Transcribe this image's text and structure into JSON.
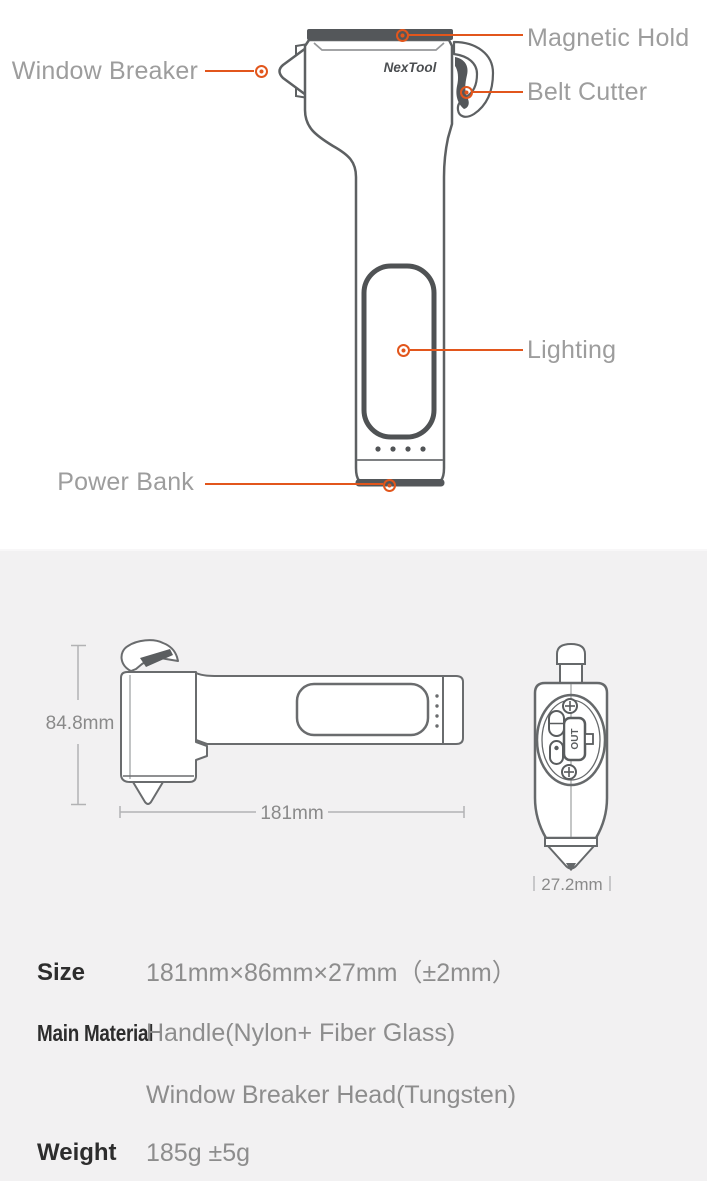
{
  "product_diagram": {
    "brand_logo": "NexTool",
    "callouts": {
      "magnetic_hold": "Magnetic Hold",
      "window_breaker": "Window Breaker",
      "belt_cutter": "Belt Cutter",
      "lighting": "Lighting",
      "power_bank": "Power Bank"
    }
  },
  "dimensions": {
    "height": "84.8mm",
    "length": "181mm",
    "width": "27.2mm"
  },
  "end_view": {
    "port_label": "OUT"
  },
  "specs": {
    "rows": [
      {
        "label": "Size",
        "value": "181mm×86mm×27mm（±2mm）"
      },
      {
        "label": "Main Material",
        "value": "Handle(Nylon+ Fiber Glass)"
      },
      {
        "label": "",
        "value": "Window Breaker Head(Tungsten)"
      },
      {
        "label": "Weight",
        "value": "185g ±5g"
      }
    ]
  },
  "colors": {
    "accent_orange": "#e2561c",
    "callout_text": "#9d9d9d",
    "outline_gray": "#5d6062",
    "dark_fill": "#54575a",
    "dimension_text": "#8a8a8a",
    "section_background": "#f2f1f2",
    "spec_label": "#2d2d2d",
    "spec_value": "#8d8d8d"
  }
}
